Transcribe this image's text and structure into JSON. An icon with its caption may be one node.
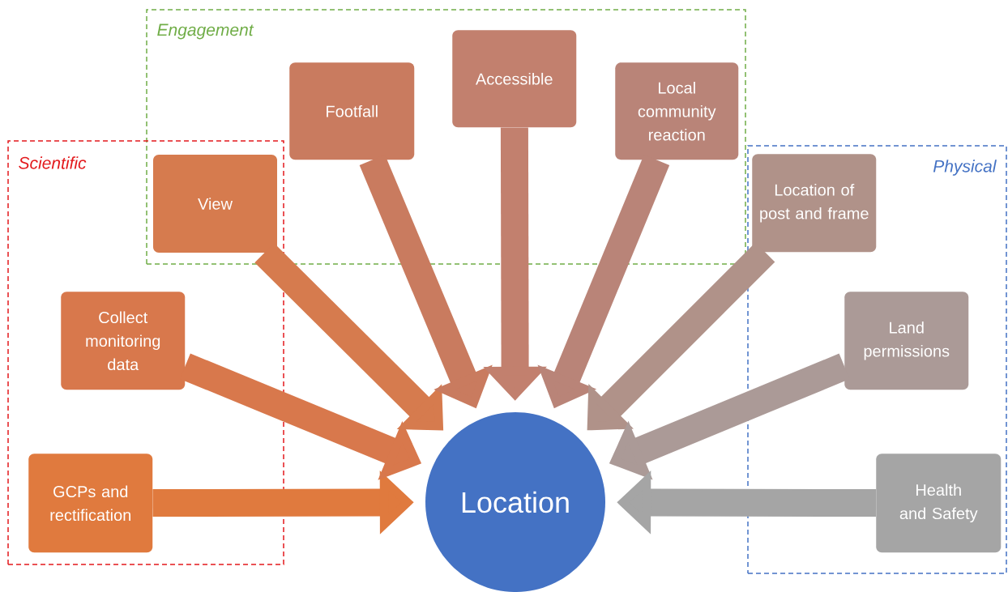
{
  "diagram": {
    "nodes": [
      {
        "text": [
          "Engagement"
        ]
      },
      {
        "text": [
          "Footfall"
        ],
        "in": 0
      },
      {
        "text": [
          "Accessible"
        ],
        "in": 0
      },
      {
        "text": [
          "Local community reaction"
        ],
        "in": 0
      },
      {
        "text": [
          "Scientific"
        ]
      },
      {
        "text": [
          "View"
        ]
      },
      {
        "text": [
          "Collect monitoring data"
        ],
        "in": 4
      },
      {
        "text": [
          "GCPs and rectification"
        ],
        "in": 4
      },
      {
        "text": [
          "Physical"
        ]
      },
      {
        "text": [
          "Location of post and frame"
        ],
        "in": 8
      },
      {
        "text": [
          "Land permissions"
        ],
        "in": 8
      },
      {
        "text": [
          "Health and Safety"
        ],
        "in": 8
      },
      {
        "text": [
          "Location"
        ]
      }
    ],
    "edges": [
      {
        "from": 7,
        "to": 12,
        "arrow": "to",
        "color": "#e07a3e"
      },
      {
        "from": 6,
        "to": 12,
        "arrow": "to",
        "color": "#d8784c"
      },
      {
        "from": 5,
        "to": 12,
        "arrow": "to",
        "color": "#d67b4e"
      },
      {
        "from": 1,
        "to": 12,
        "arrow": "to",
        "color": "#c97b5f"
      },
      {
        "from": 2,
        "to": 12,
        "arrow": "to",
        "color": "#c2806e"
      },
      {
        "from": 3,
        "to": 12,
        "arrow": "to",
        "color": "#b98478"
      },
      {
        "from": 9,
        "to": 12,
        "arrow": "to",
        "color": "#b09289"
      },
      {
        "from": 10,
        "to": 12,
        "arrow": "to",
        "color": "#ab9a97"
      },
      {
        "from": 11,
        "to": 12,
        "arrow": "to",
        "color": "#a5a5a5"
      }
    ]
  }
}
